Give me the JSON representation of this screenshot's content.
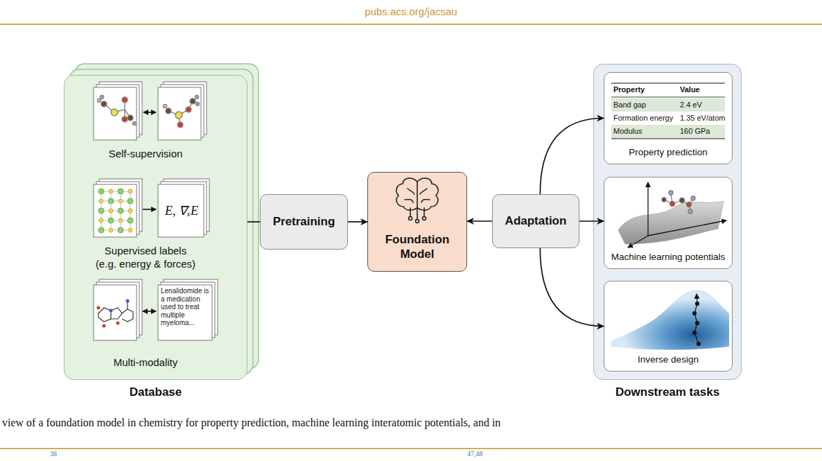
{
  "diagram": {
    "caption": "view of a foundation model in chemistry for property prediction, machine learning interatomic potentials, and in",
    "nodes": [
      {
        "text": [
          "Database"
        ]
      },
      {
        "text": [
          "Pretraining"
        ]
      },
      {
        "text": [
          "Foundation Model"
        ]
      },
      {
        "text": [
          "Adaptation"
        ]
      },
      {
        "text": [
          "Downstream tasks"
        ]
      },
      {
        "text": [
          "Property prediction"
        ],
        "in": 4
      },
      {
        "text": [
          "Machine learning potentials"
        ],
        "in": 4
      },
      {
        "text": [
          "Inverse design"
        ],
        "in": 4
      }
    ],
    "edges": [
      {
        "from": 0,
        "to": 1,
        "arrow": "none"
      },
      {
        "from": 1,
        "to": 2,
        "arrow": "to"
      },
      {
        "from": 3,
        "to": 2,
        "arrow": "to"
      },
      {
        "from": 3,
        "to": 5,
        "arrow": "to"
      },
      {
        "from": 3,
        "to": 6,
        "arrow": "to"
      },
      {
        "from": 3,
        "to": 7,
        "arrow": "to"
      }
    ],
    "labels": [
      "pubs.acs.org/jacsau",
      "Self-supervision",
      "Supervised labels (e.g. energy & forces)",
      "E, ∇ₓE",
      "Lenalidomide is a medication used to treat multiple myeloma...",
      "Multi-modality",
      "Property",
      "Value",
      "Band gap",
      "2.4 eV",
      "Formation energy",
      "1.35 eV/atom",
      "Modulus",
      "160 GPa",
      "38",
      "47,48"
    ]
  }
}
